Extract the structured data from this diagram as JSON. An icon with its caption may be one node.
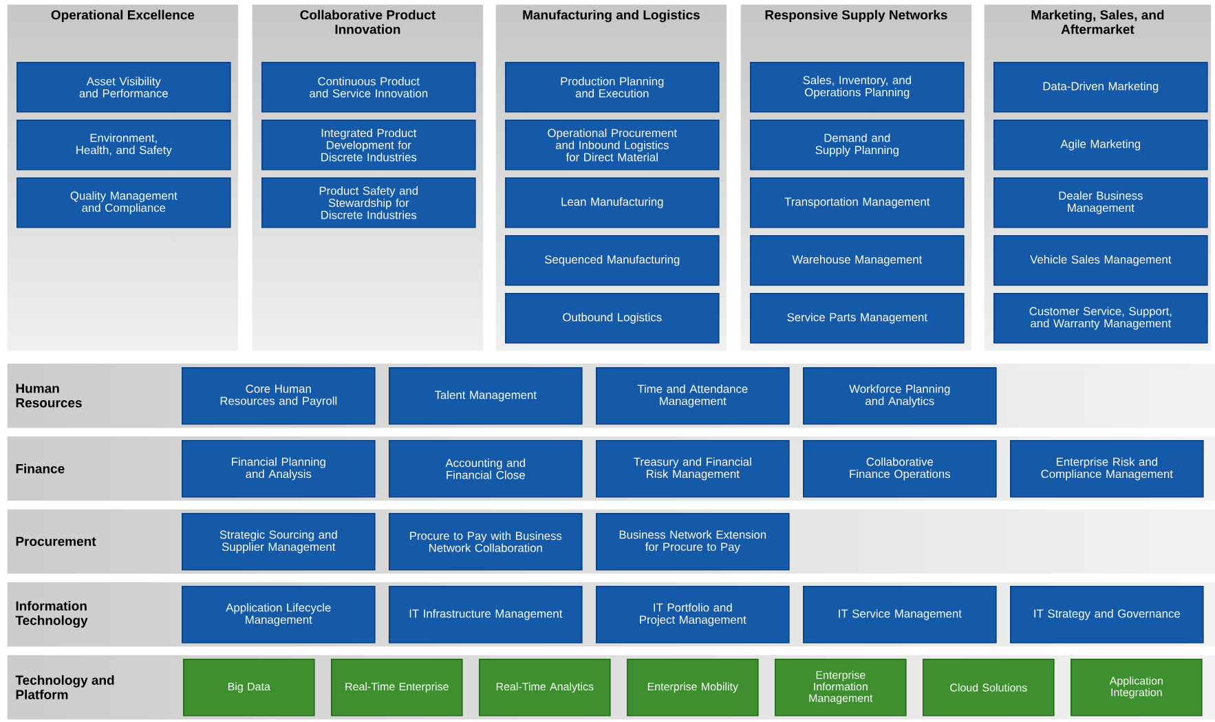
{
  "diagram": {
    "nodes": [
      {
        "text": [
          "Operational Excellence"
        ]
      },
      {
        "text": [
          "Asset Visibility and Performance"
        ],
        "in": 0
      },
      {
        "text": [
          "Environment, Health, and Safety"
        ],
        "in": 0
      },
      {
        "text": [
          "Quality Management and Compliance"
        ],
        "in": 0
      },
      {
        "text": [
          "Collaborative Product Innovation"
        ]
      },
      {
        "text": [
          "Continuous Product and Service Innovation"
        ],
        "in": 4
      },
      {
        "text": [
          "Integrated Product Development for Discrete Industries"
        ],
        "in": 4
      },
      {
        "text": [
          "Product Safety and Stewardship for Discrete Industries"
        ],
        "in": 4
      },
      {
        "text": [
          "Manufacturing and Logistics"
        ]
      },
      {
        "text": [
          "Production Planning and Execution"
        ],
        "in": 8
      },
      {
        "text": [
          "Operational Procurement and Inbound Logistics for Direct Material"
        ],
        "in": 8
      },
      {
        "text": [
          "Lean Manufacturing"
        ],
        "in": 8
      },
      {
        "text": [
          "Sequenced Manufacturing"
        ],
        "in": 8
      },
      {
        "text": [
          "Outbound Logistics"
        ],
        "in": 8
      },
      {
        "text": [
          "Responsive Supply Networks"
        ]
      },
      {
        "text": [
          "Sales, Inventory, and Operations Planning"
        ],
        "in": 14
      },
      {
        "text": [
          "Demand and Supply Planning"
        ],
        "in": 14
      },
      {
        "text": [
          "Transportation Management"
        ],
        "in": 14
      },
      {
        "text": [
          "Warehouse Management"
        ],
        "in": 14
      },
      {
        "text": [
          "Service Parts Management"
        ],
        "in": 14
      },
      {
        "text": [
          "Marketing, Sales, and Aftermarket"
        ]
      },
      {
        "text": [
          "Data-Driven Marketing"
        ],
        "in": 20
      },
      {
        "text": [
          "Agile Marketing"
        ],
        "in": 20
      },
      {
        "text": [
          "Dealer Business Management"
        ],
        "in": 20
      },
      {
        "text": [
          "Vehicle Sales Management"
        ],
        "in": 20
      },
      {
        "text": [
          "Customer Service, Support, and Warranty Management"
        ],
        "in": 20
      },
      {
        "text": [
          "Human Resources"
        ]
      },
      {
        "text": [
          "Core Human Resources and Payroll"
        ],
        "in": 26
      },
      {
        "text": [
          "Talent Management"
        ],
        "in": 26
      },
      {
        "text": [
          "Time and Attendance Management"
        ],
        "in": 26
      },
      {
        "text": [
          "Workforce Planning and Analytics"
        ],
        "in": 26
      },
      {
        "text": [
          "Finance"
        ]
      },
      {
        "text": [
          "Financial Planning and Analysis"
        ],
        "in": 31
      },
      {
        "text": [
          "Accounting and Financial Close"
        ],
        "in": 31
      },
      {
        "text": [
          "Treasury and Financial Risk Management"
        ],
        "in": 31
      },
      {
        "text": [
          "Collaborative Finance Operations"
        ],
        "in": 31
      },
      {
        "text": [
          "Enterprise Risk and Compliance Management"
        ],
        "in": 31
      },
      {
        "text": [
          "Procurement"
        ]
      },
      {
        "text": [
          "Strategic Sourcing and Supplier Management"
        ],
        "in": 37
      },
      {
        "text": [
          "Procure to Pay with Business Network Collaboration"
        ],
        "in": 37
      },
      {
        "text": [
          "Business Network Extension for Procure to Pay"
        ],
        "in": 37
      },
      {
        "text": [
          "Information Technology"
        ]
      },
      {
        "text": [
          "Application Lifecycle Management"
        ],
        "in": 41
      },
      {
        "text": [
          "IT Infrastructure Management"
        ],
        "in": 41
      },
      {
        "text": [
          "IT Portfolio and Project Management"
        ],
        "in": 41
      },
      {
        "text": [
          "IT Service Management"
        ],
        "in": 41
      },
      {
        "text": [
          "IT Strategy and Governance"
        ],
        "in": 41
      },
      {
        "text": [
          "Technology and Platform"
        ]
      },
      {
        "text": [
          "Big Data"
        ],
        "in": 47
      },
      {
        "text": [
          "Real-Time Enterprise"
        ],
        "in": 47
      },
      {
        "text": [
          "Real-Time Analytics"
        ],
        "in": 47
      },
      {
        "text": [
          "Enterprise Mobility"
        ],
        "in": 47
      },
      {
        "text": [
          "Enterprise Information Management"
        ],
        "in": 47
      },
      {
        "text": [
          "Cloud Solutions"
        ],
        "in": 47
      },
      {
        "text": [
          "Application Integration"
        ],
        "in": 47
      }
    ]
  }
}
